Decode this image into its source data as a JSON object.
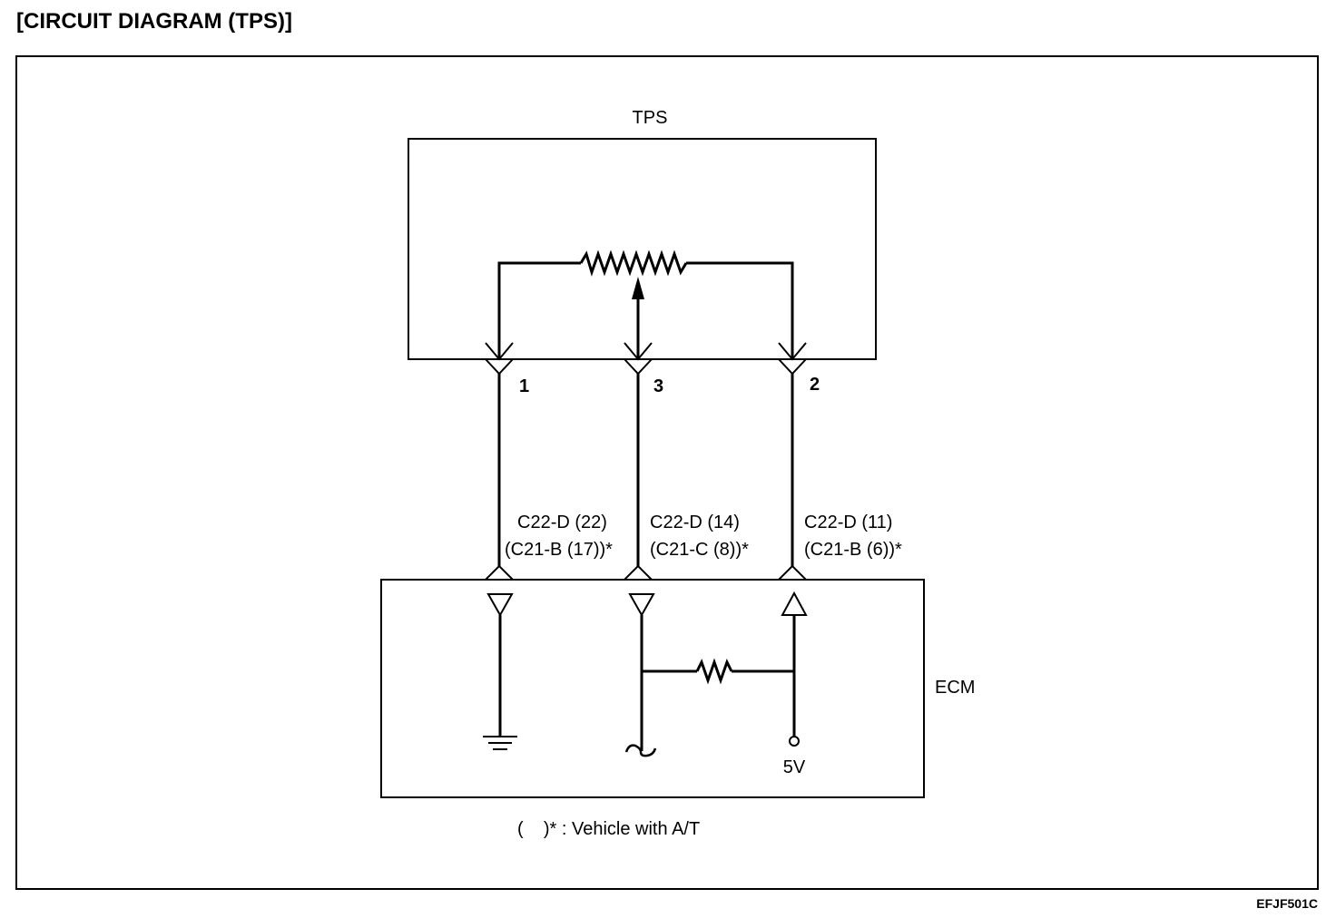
{
  "title": "[CIRCUIT DIAGRAM (TPS)]",
  "figure_code": "EFJF501C",
  "tps": {
    "label": "TPS",
    "pins": [
      {
        "number": "1"
      },
      {
        "number": "3"
      },
      {
        "number": "2"
      }
    ]
  },
  "ecm": {
    "label": "ECM",
    "connectors": [
      {
        "line1": "C22-D (22)",
        "line2": "(C21-B (17))*"
      },
      {
        "line1": "C22-D (14)",
        "line2": "(C21-C (8))*"
      },
      {
        "line1": "C22-D (11)",
        "line2": "(C21-B (6))*"
      }
    ],
    "supply_label": "5V"
  },
  "note": "(    )* : Vehicle with A/T"
}
